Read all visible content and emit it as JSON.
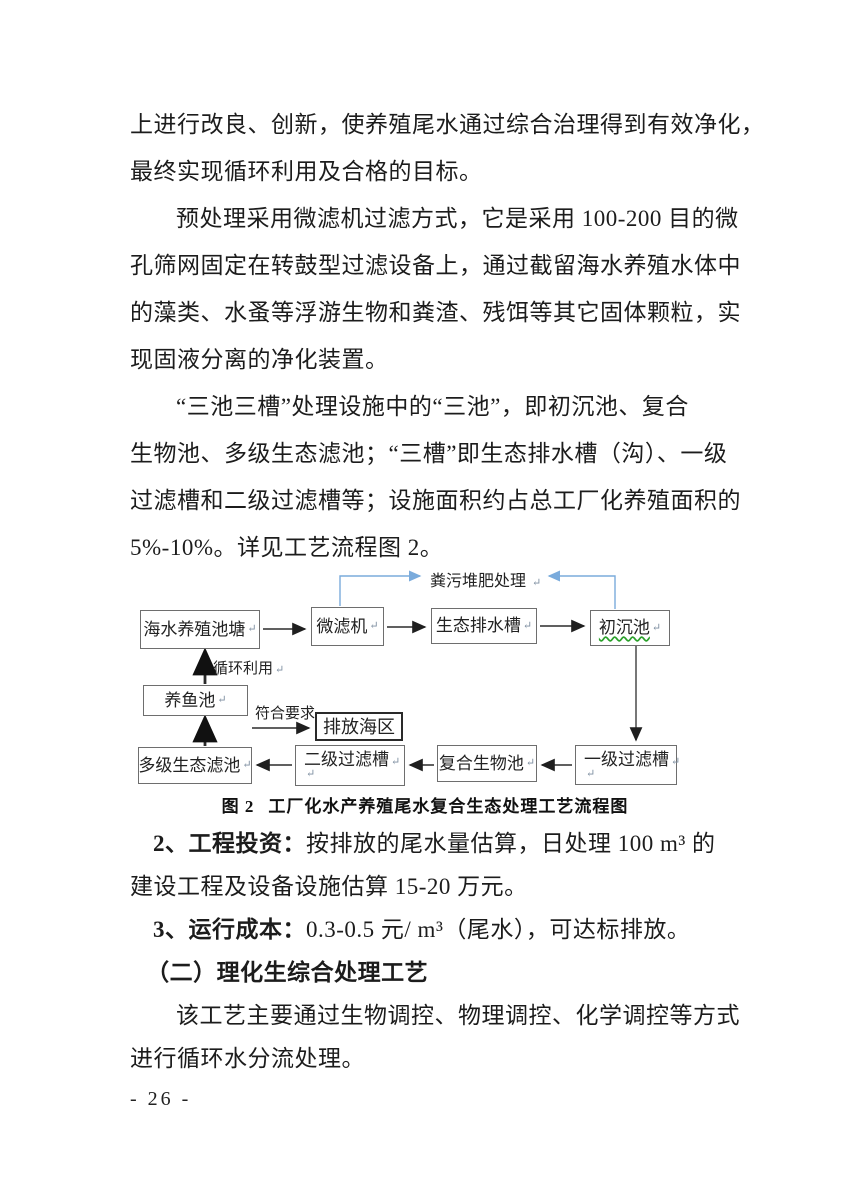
{
  "page": {
    "number": "- 26 -"
  },
  "document": {
    "top_lines": [
      {
        "indent": 0,
        "runs": [
          {
            "t": "上进行改良、创新，使养殖尾水通过综合治理得到有效净化，"
          }
        ]
      },
      {
        "indent": 0,
        "runs": [
          {
            "t": "最终实现循环利用及合格的目标。"
          }
        ]
      },
      {
        "indent": 2,
        "runs": [
          {
            "t": "预处理采用微滤机过滤方式，它是采用 100-200 目的微"
          }
        ]
      },
      {
        "indent": 0,
        "runs": [
          {
            "t": "孔筛网固定在转鼓型过滤设备上，通过截留海水养殖水体中"
          }
        ]
      },
      {
        "indent": 0,
        "runs": [
          {
            "t": "的藻类、水蚤等浮游生物和粪渣、残饵等其它固体颗粒，实"
          }
        ]
      },
      {
        "indent": 0,
        "runs": [
          {
            "t": "现固液分离的净化装置。"
          }
        ]
      },
      {
        "indent": 2,
        "runs": [
          {
            "t": "“三池三槽”处理设施中的“三池”，即初沉池、复合"
          }
        ]
      },
      {
        "indent": 0,
        "runs": [
          {
            "t": "生物池、多级生态滤池；“三槽”即生态排水槽（沟）、一级"
          }
        ]
      },
      {
        "indent": 0,
        "runs": [
          {
            "t": "过滤槽和二级过滤槽等；设施面积约占总工厂化养殖面积的"
          }
        ]
      },
      {
        "indent": 0,
        "runs": [
          {
            "t": "5%-10%。详见工艺流程图 2。"
          }
        ]
      }
    ],
    "bottom_lines": [
      {
        "indent": 1,
        "runs": [
          {
            "t": "2、工程投资：",
            "b": true
          },
          {
            "t": "按排放的尾水量估算，日处理 100 m³ 的"
          }
        ]
      },
      {
        "indent": 0,
        "runs": [
          {
            "t": "建设工程及设备设施估算 15-20 万元。"
          }
        ]
      },
      {
        "indent": 1,
        "runs": [
          {
            "t": "3、运行成本：",
            "b": true
          },
          {
            "t": "0.3-0.5 元/ m³（尾水），可达标排放。"
          }
        ]
      },
      {
        "indent": 0.7,
        "runs": [
          {
            "t": "（二）理化生综合处理工艺",
            "b": true
          }
        ]
      },
      {
        "indent": 2,
        "runs": [
          {
            "t": "该工艺主要通过生物调控、物理调控、化学调控等方式"
          }
        ]
      },
      {
        "indent": 0,
        "runs": [
          {
            "t": "进行循环水分流处理。"
          }
        ]
      }
    ]
  },
  "figure": {
    "caption_prefix": "图 2",
    "caption_text": "工厂化水产养殖尾水复合生态处理工艺流程图",
    "return_mark": "↵",
    "nodes": {
      "seawater_pond": "海水养殖池塘",
      "microfilter": "微滤机",
      "eco_drain_channel": "生态排水槽",
      "primary_sedimentation": "初沉池",
      "fish_pond": "养鱼池",
      "discharge_sea_area": "排放海区",
      "multistage_eco_filter": "多级生态滤池",
      "secondary_filter_tank": "二级过滤槽",
      "composite_bio_pond": "复合生物池",
      "primary_filter_tank": "一级过滤槽"
    },
    "labels": {
      "compost": "粪污堆肥处理",
      "recycle": "循环利用",
      "meets_requirement": "符合要求"
    },
    "colors": {
      "connector_blue": "#7aabdc",
      "spellcheck_green": "#2aa02a",
      "box_border": "#6e6e6e"
    }
  }
}
